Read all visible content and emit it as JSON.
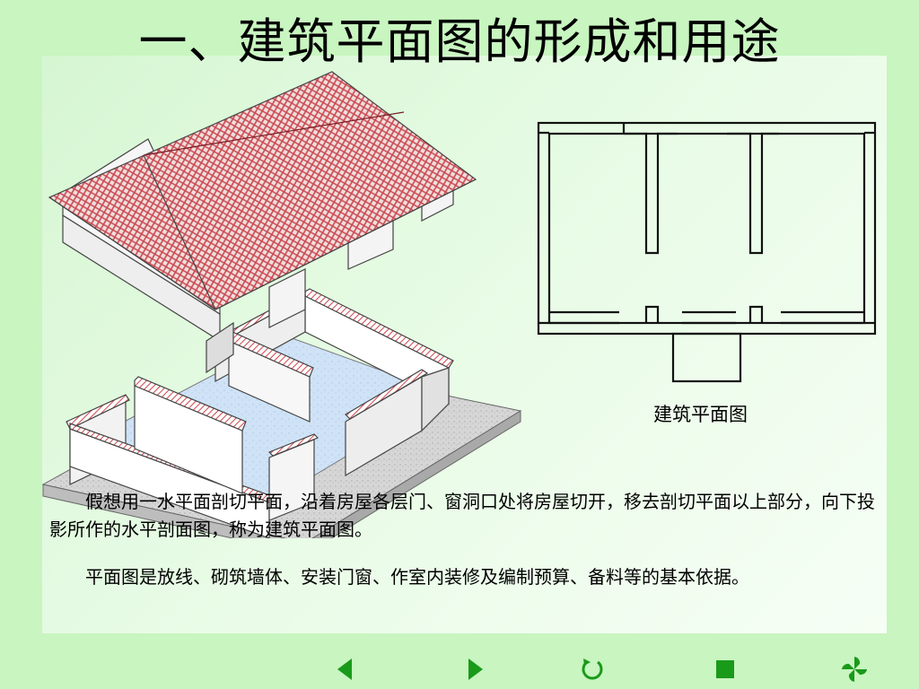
{
  "slide": {
    "title": "一、建筑平面图的形成和用途",
    "plan_caption": "建筑平面图",
    "paragraphs": [
      "假想用一水平面剖切平面，沿着房屋各层门、窗洞口处将房屋切开，移去剖切平面以上部分，向下投影所作的水平剖面图，称为建筑平面图。",
      "平面图是放线、砌筑墙体、安装门窗、作室内装修及编制预算、备料等的基本依据。"
    ]
  },
  "nav": {
    "icons": [
      "prev-arrow-icon",
      "next-arrow-icon",
      "return-icon",
      "stop-square-icon",
      "pinwheel-icon"
    ],
    "color": "#1a9a1a"
  }
}
